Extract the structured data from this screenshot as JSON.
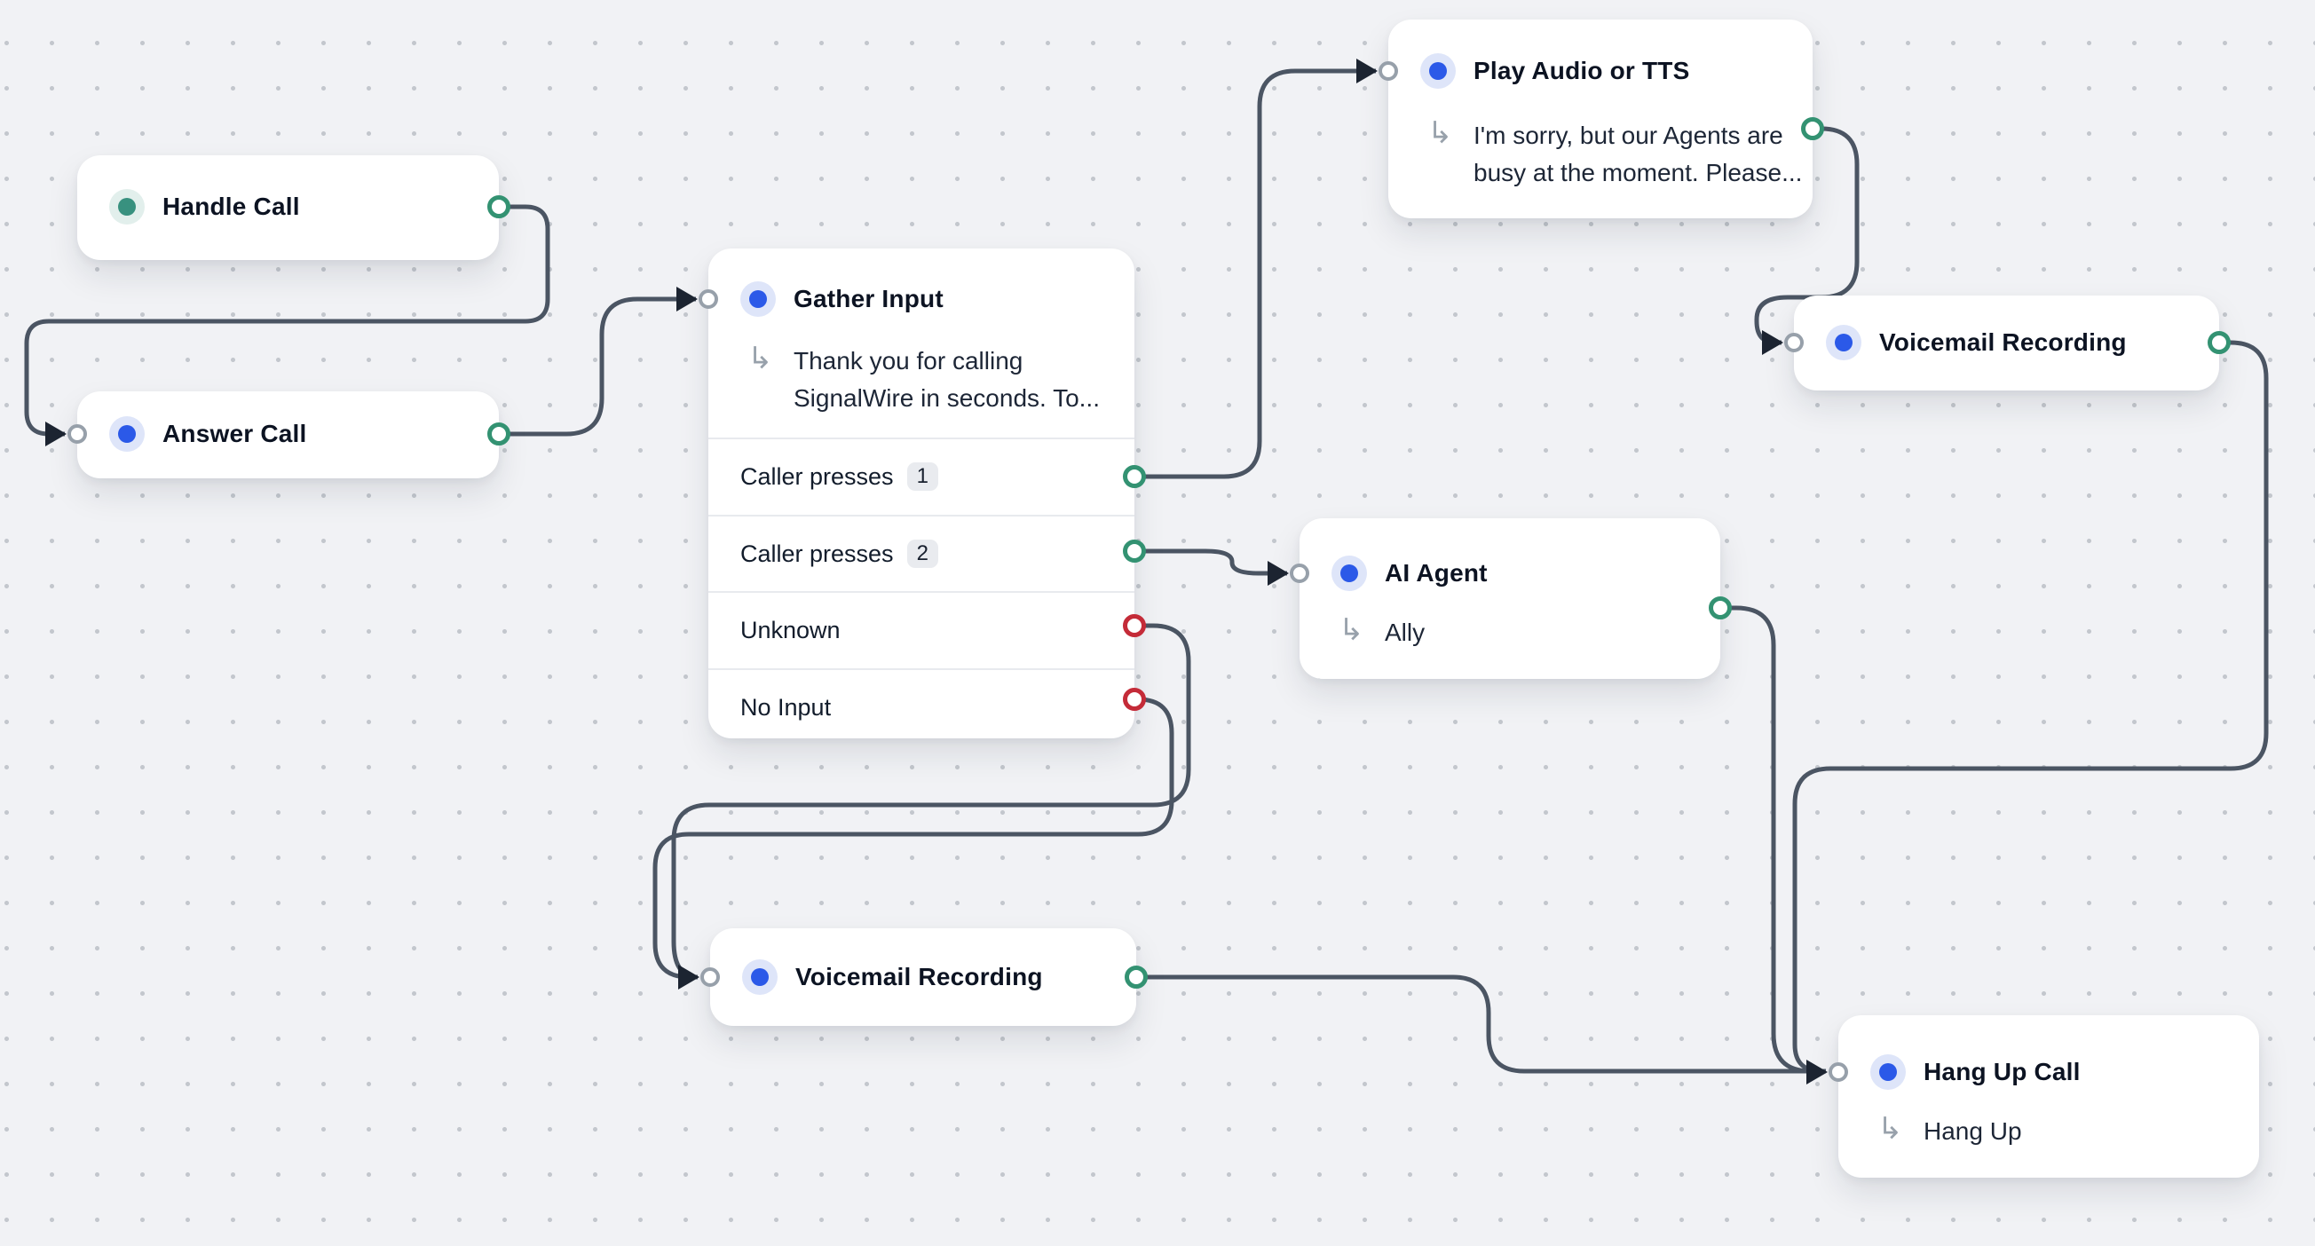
{
  "app": {
    "name": "Call Flow Builder canvas"
  },
  "canvas": {
    "background": "#f1f2f5",
    "grid_dot_color": "#c3c7cd",
    "wire_color": "#4b5563",
    "port_green": "#339272",
    "port_red": "#c42b38",
    "input_ring_color": "#97a0aa",
    "input_arrow_color": "#1c2431",
    "accent_blue": "#2b59e8",
    "accent_teal": "#38917f"
  },
  "icons": {
    "node_type_dot": "filled-circle",
    "subtitle_arrow": "↳",
    "input_port": "triangle-into-circle",
    "output_port": "ring-circle"
  },
  "nodes": [
    {
      "id": "handle-call",
      "title": "Handle Call"
    },
    {
      "id": "answer-call",
      "title": "Answer Call"
    },
    {
      "id": "gather-input",
      "title": "Gather Input",
      "subtitle_lines": [
        "Thank you for calling",
        "SignalWire in seconds. To..."
      ],
      "rows": [
        {
          "label": "Caller presses",
          "badge": "1",
          "port": "green"
        },
        {
          "label": "Caller presses",
          "badge": "2",
          "port": "green"
        },
        {
          "label": "Unknown",
          "port": "red"
        },
        {
          "label": "No Input",
          "port": "red"
        }
      ]
    },
    {
      "id": "play-audio-tts",
      "title": "Play Audio or TTS",
      "subtitle_lines": [
        "I'm sorry, but our Agents are",
        "busy at the moment. Please..."
      ]
    },
    {
      "id": "voicemail-recording-top",
      "title": "Voicemail Recording"
    },
    {
      "id": "ai-agent",
      "title": "AI Agent",
      "subtitle_lines": [
        "Ally"
      ]
    },
    {
      "id": "voicemail-recording-bottom",
      "title": "Voicemail Recording"
    },
    {
      "id": "hang-up-call",
      "title": "Hang Up Call",
      "subtitle_lines": [
        "Hang Up"
      ]
    }
  ]
}
